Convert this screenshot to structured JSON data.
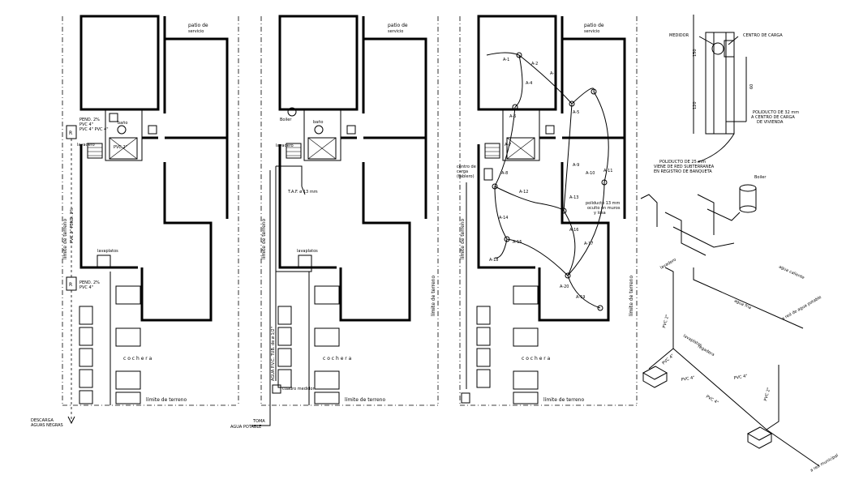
{
  "plans": {
    "plan1": {
      "patio": "patio de",
      "servicio": "servicio",
      "r_top": "R",
      "r_bottom": "R",
      "pend_top": "PEND. 2%",
      "pvc_top": "PVC 4\"",
      "pvc_tub": "PVC 4\"  PVC 4\"",
      "bano": "baño",
      "lavadero": "lavadero",
      "pvc_lav": "PVC 2\"",
      "lavaplatos": "lavaplatos",
      "pend_bottom": "PEND. 2%",
      "pvc_bottom": "PVC 4\"",
      "limite_vertical": "límite de terreno",
      "pvc_vertical": "PVC 2\"  PEND. 2%",
      "limite_bottom": "límite de terreno",
      "cochera": "c o c h e r a",
      "descarga": "DESCARGA",
      "aguas_negras": "AGUAS NEGRAS"
    },
    "plan2": {
      "patio": "patio de",
      "servicio": "servicio",
      "boiler": "Boiler",
      "bano": "baño",
      "lavadero": "lavadero",
      "taf": "T.A.F. ø 13 mm",
      "lavaplatos": "lavaplatos",
      "limite_vertical": "límite de terreno",
      "limite_right": "límite de terreno",
      "agua_vertical": "AGUA P.V.C. TUB. de ø 1/2\"",
      "cochera": "c o c h e r a",
      "medidor": "cuadro medidor",
      "limite_bottom": "límite de terreno",
      "toma": "TOMA",
      "agua_potable": "AGUA POTABLE"
    },
    "plan3": {
      "patio": "patio de",
      "servicio": "servicio",
      "centro_carga_1": "centro de",
      "centro_carga_2": "carga",
      "centro_carga_3": "(tablero)",
      "poliducto_1": "poliducto 13 mm",
      "poliducto_2": "oculto en muros",
      "poliducto_3": "y losa",
      "limite_vertical": "límite de terreno",
      "limite_right": "límite de terreno",
      "cochera": "c o c h e r a",
      "limite_bottom": "límite de terreno",
      "circuitos": [
        "A-1",
        "A-2",
        "A-3",
        "A-4",
        "A-5",
        "A-6",
        "A-7",
        "A-8",
        "A-9",
        "A-10",
        "A-11",
        "A-12",
        "A-13",
        "A-14",
        "A-15",
        "A-16",
        "A-17",
        "A-18",
        "A-19",
        "A-20"
      ]
    }
  },
  "detail": {
    "medidor": "MEDIDOR",
    "centro_carga": "CENTRO DE CARGA",
    "poliducto_32_1": "POLIDUCTO DE 32 mm",
    "poliducto_32_2": "A CENTRO DE CARGA",
    "poliducto_32_3": "DE VIVIENDA",
    "poliducto_25_1": "POLIDUCTO DE 25 mm",
    "poliducto_25_2": "VIENE DE RED SUBTERRANEA",
    "poliducto_25_3": "EN REGISTRO DE BANQUETA",
    "dim1": "150",
    "dim2": "60",
    "dim3": "120"
  },
  "iso": {
    "boiler": "Boiler",
    "labels": [
      "PVC 2\"",
      "PVC 4\"",
      "PVC 4\"",
      "PVC 2\"",
      "PVC 4\"",
      "PVC 4\"",
      "agua fria",
      "agua caliente",
      "lavadero",
      "lavaplatos",
      "regadera",
      "a red de agua potable",
      "a red municipal"
    ]
  }
}
